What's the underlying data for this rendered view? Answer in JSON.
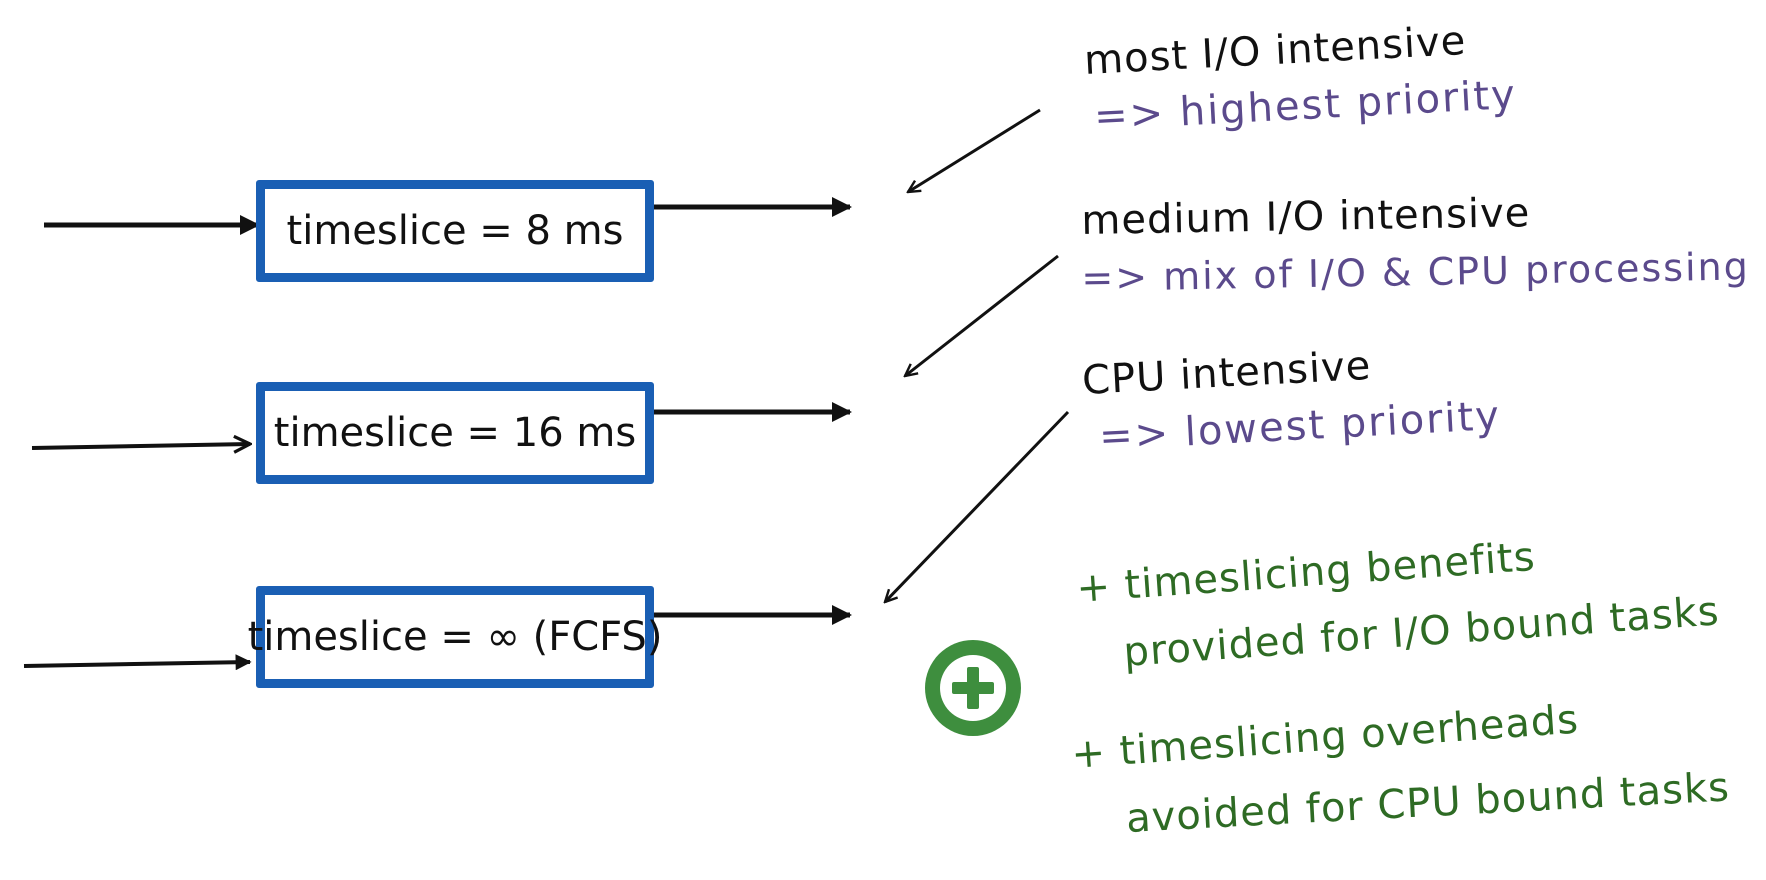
{
  "queues": [
    {
      "label": "timeslice = 8 ms"
    },
    {
      "label": "timeslice = 16 ms"
    },
    {
      "label": "timeslice = ∞ (FCFS)"
    }
  ],
  "notes": [
    {
      "title": "most I/O intensive",
      "detail": "=> highest priority"
    },
    {
      "title": "medium I/O intensive",
      "detail": "=> mix of I/O & CPU processing"
    },
    {
      "title": "CPU intensive",
      "detail": "=> lowest priority"
    }
  ],
  "benefits": [
    {
      "line1": "+ timeslicing benefits",
      "line2": "provided for I/O bound tasks"
    },
    {
      "line1": "+ timeslicing overheads",
      "line2": "avoided for CPU bound tasks"
    }
  ],
  "icons": {
    "plus_badge": "plus-circle-icon"
  },
  "colors": {
    "box_border": "#1a5fb4",
    "ink": "#111111",
    "detail_text": "#5b4a8c",
    "benefit_text": "#2e6b24",
    "badge": "#3e8e3e"
  }
}
